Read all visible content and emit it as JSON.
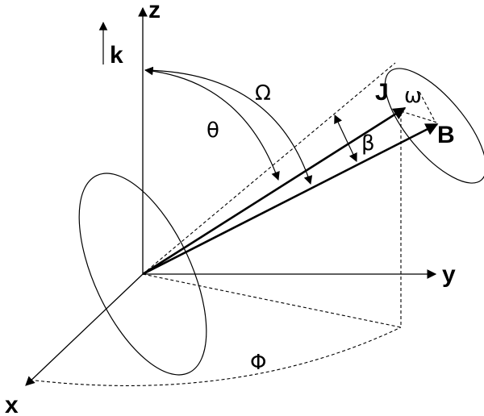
{
  "labels": {
    "z": "z",
    "y": "y",
    "x": "x",
    "k": "k",
    "J": "J",
    "B": "B",
    "omega_big": "Ω",
    "theta": "θ",
    "beta": "β",
    "omega_small": "ω",
    "phi": "Φ"
  }
}
